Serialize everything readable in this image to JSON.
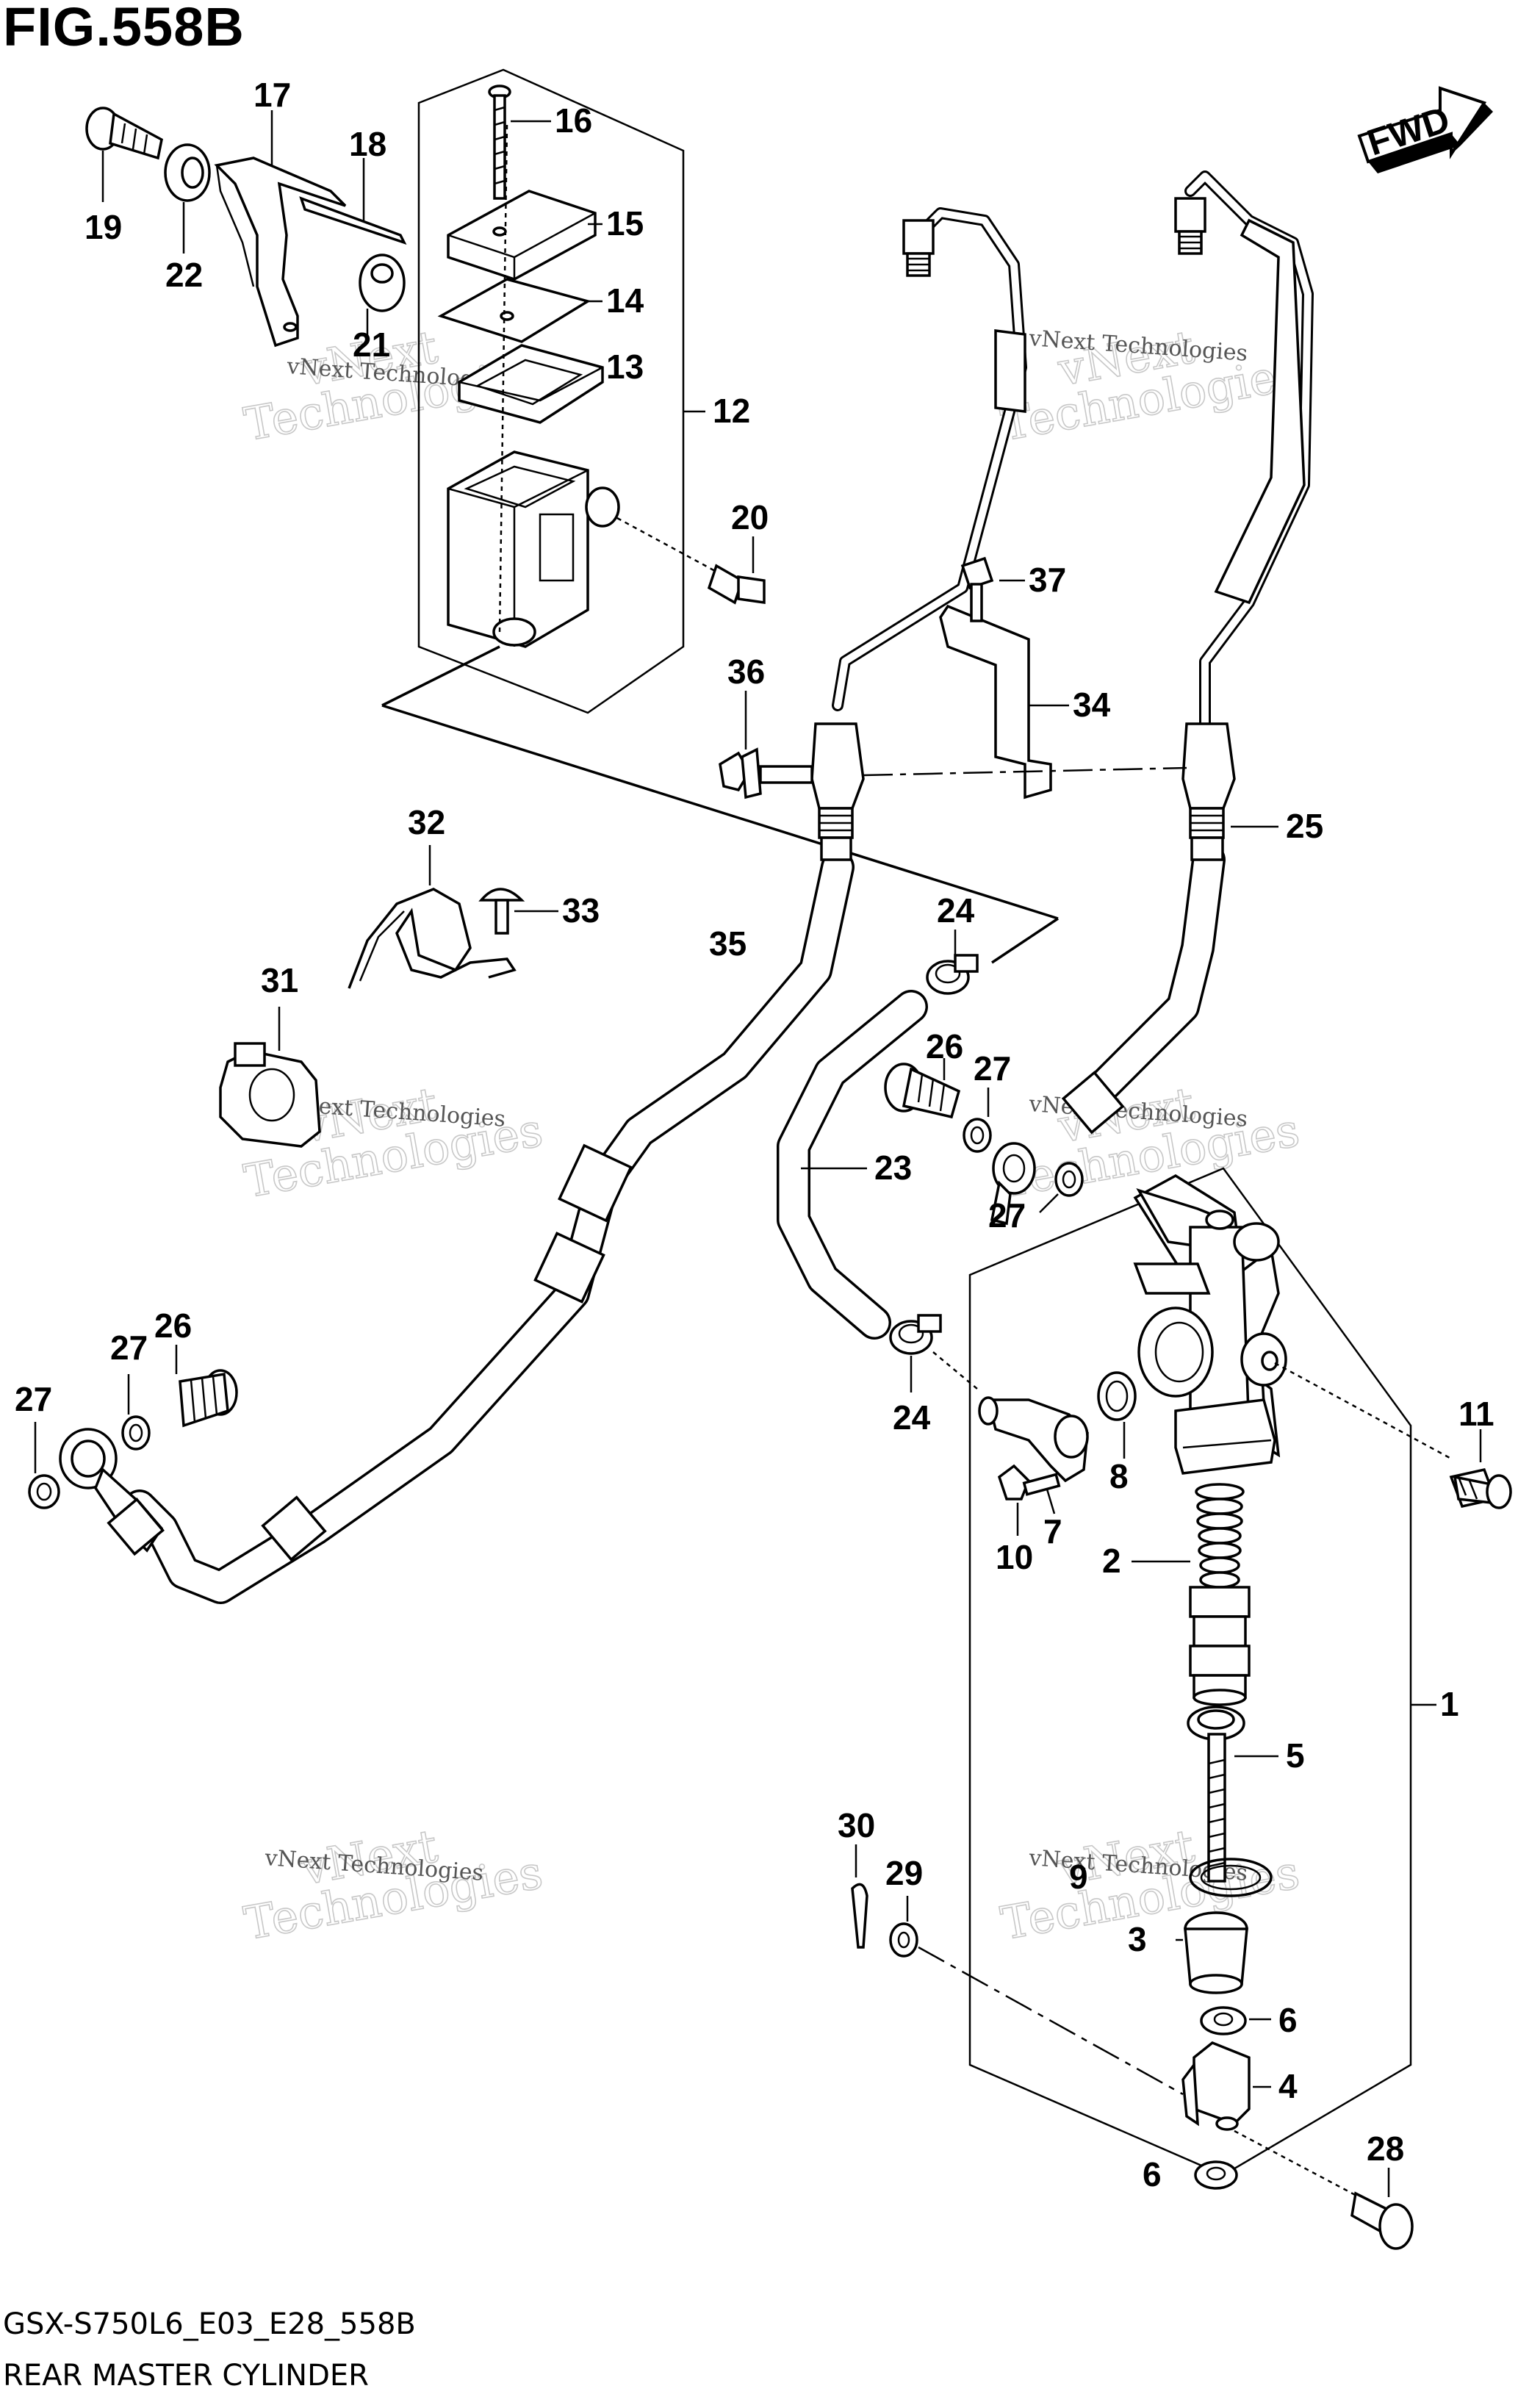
{
  "figure_title": "FIG.558B",
  "fwd_label": "FWD",
  "code_line": "GSX-S750L6_E03_E28_558B",
  "caption": "REAR MASTER CYLINDER",
  "watermark": {
    "brand": "vNext",
    "word": "Technologies",
    "small": "vNext Technologies"
  },
  "callouts": [
    "1",
    "2",
    "3",
    "4",
    "5",
    "6",
    "6",
    "7",
    "8",
    "9",
    "10",
    "11",
    "12",
    "13",
    "14",
    "15",
    "16",
    "17",
    "18",
    "19",
    "20",
    "21",
    "22",
    "23",
    "24",
    "24",
    "25",
    "26",
    "26",
    "27",
    "27",
    "27",
    "28",
    "29",
    "30",
    "31",
    "32",
    "33",
    "34",
    "35",
    "36",
    "37"
  ]
}
